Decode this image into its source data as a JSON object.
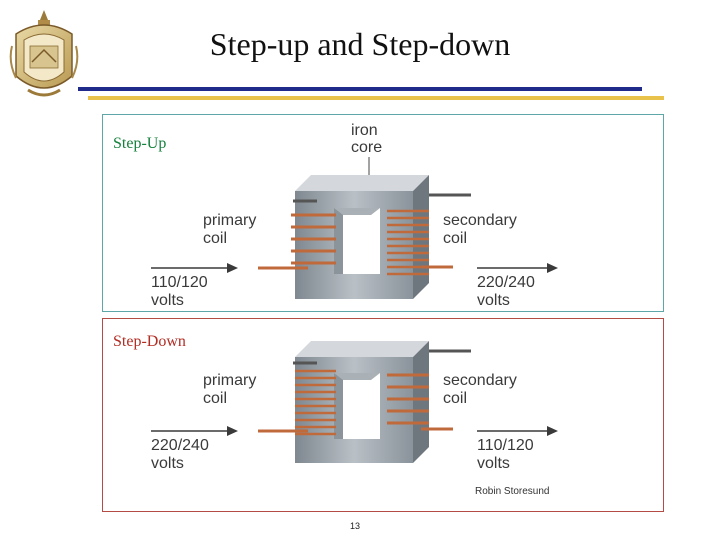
{
  "slide": {
    "title": "Step-up and Step-down",
    "page_number": "13"
  },
  "step_up": {
    "heading": "Step-Up",
    "core_label": [
      "iron",
      "core"
    ],
    "primary_label": [
      "primary",
      "coil"
    ],
    "secondary_label": [
      "secondary",
      "coil"
    ],
    "input_voltage": [
      "110/120",
      "volts"
    ],
    "output_voltage": [
      "220/240",
      "volts"
    ],
    "primary_turns": 5,
    "secondary_turns": 10
  },
  "step_down": {
    "heading": "Step-Down",
    "primary_label": [
      "primary",
      "coil"
    ],
    "secondary_label": [
      "secondary",
      "coil"
    ],
    "input_voltage": [
      "220/240",
      "volts"
    ],
    "output_voltage": [
      "110/120",
      "volts"
    ],
    "primary_turns": 10,
    "secondary_turns": 5,
    "credit": "Robin Storesund"
  },
  "colors": {
    "title_rule_blue": "#1f2a8a",
    "title_rule_gold": "#e8c24a",
    "step_up_border": "#5fa6a8",
    "step_down_border": "#b54b45",
    "step_up_heading": "#14813c",
    "step_down_heading": "#b22c22",
    "copper": "#c06a3c",
    "core": "#9aa3ab"
  },
  "icons": {
    "logo": "naval-academy-seal-icon"
  }
}
